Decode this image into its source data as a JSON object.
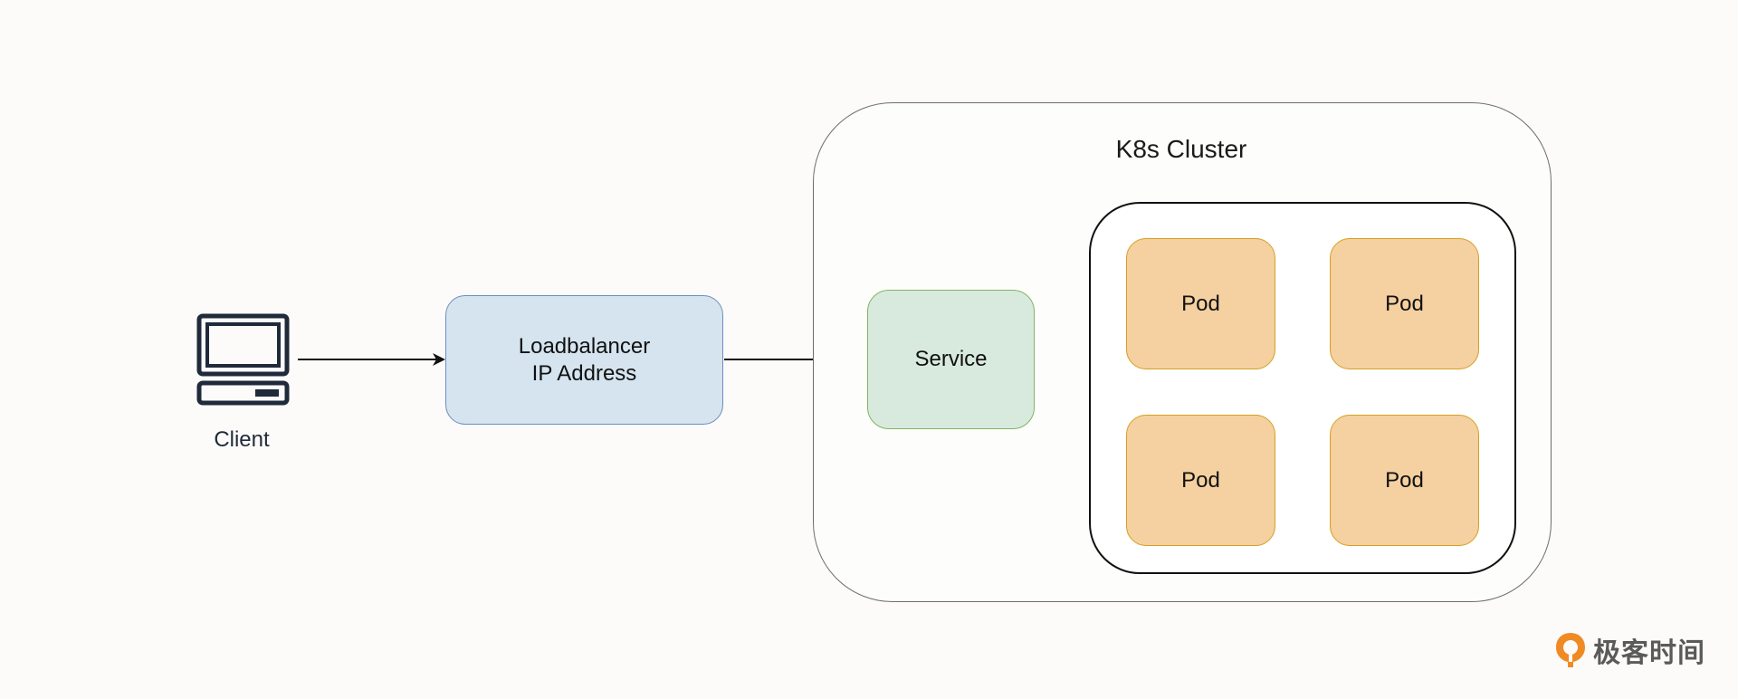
{
  "client": {
    "label": "Client",
    "icon": "computer-icon"
  },
  "loadbalancer": {
    "line1": "Loadbalancer",
    "line2": "IP Address"
  },
  "cluster": {
    "title": "K8s Cluster"
  },
  "service": {
    "label": "Service"
  },
  "pods": [
    {
      "label": "Pod"
    },
    {
      "label": "Pod"
    },
    {
      "label": "Pod"
    },
    {
      "label": "Pod"
    }
  ],
  "watermark": {
    "text": "极客时间",
    "icon": "geektime-logo-icon"
  },
  "colors": {
    "background": "#fcfbf9",
    "loadbalancer_fill": "#d5e4ef",
    "loadbalancer_border": "#6c8ebf",
    "service_fill": "#d8eadd",
    "service_border": "#82b366",
    "pod_fill": "#f5d0a0",
    "pod_border": "#d6a020",
    "watermark_orange": "#f08a24"
  }
}
